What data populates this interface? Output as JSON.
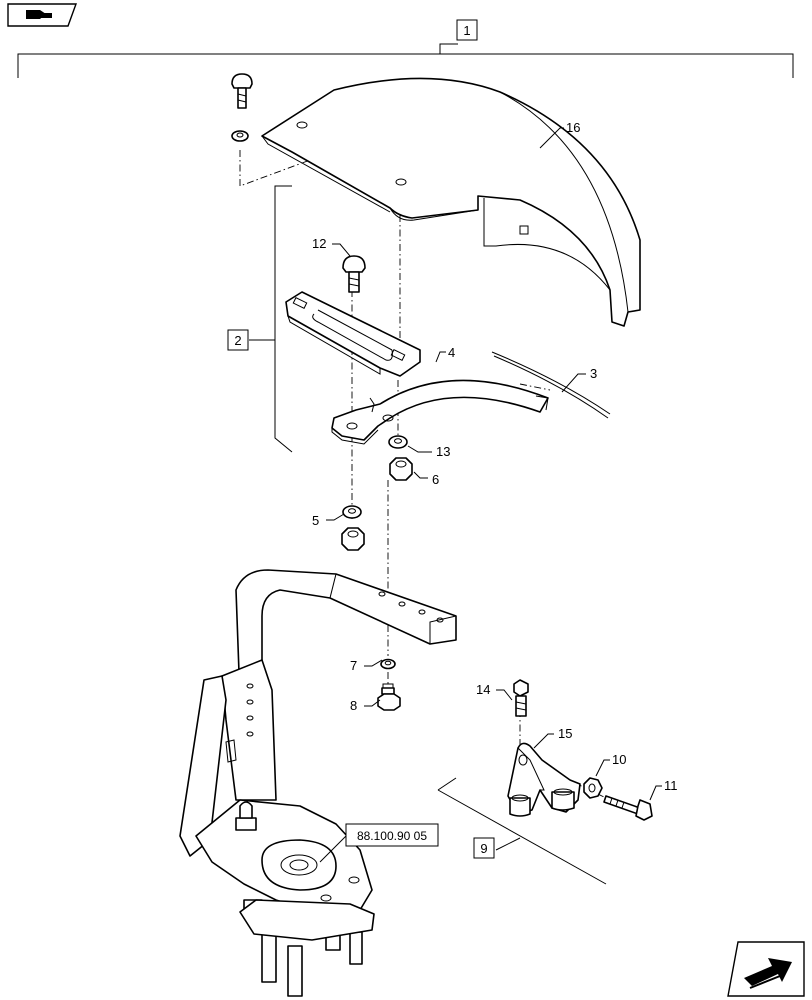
{
  "nav": {
    "back_icon": "hand-pointer-icon",
    "next_icon": "arrow-next-icon"
  },
  "boxed_refs": {
    "assembly": "1",
    "fender_kit": "2",
    "bracket_kit": "9"
  },
  "reference": "88.100.90 05",
  "callouts": {
    "c3": "3",
    "c4": "4",
    "c5": "5",
    "c6": "6",
    "c7": "7",
    "c8": "8",
    "c10": "10",
    "c11": "11",
    "c12": "12",
    "c13": "13",
    "c14": "14",
    "c15": "15",
    "c16": "16"
  }
}
